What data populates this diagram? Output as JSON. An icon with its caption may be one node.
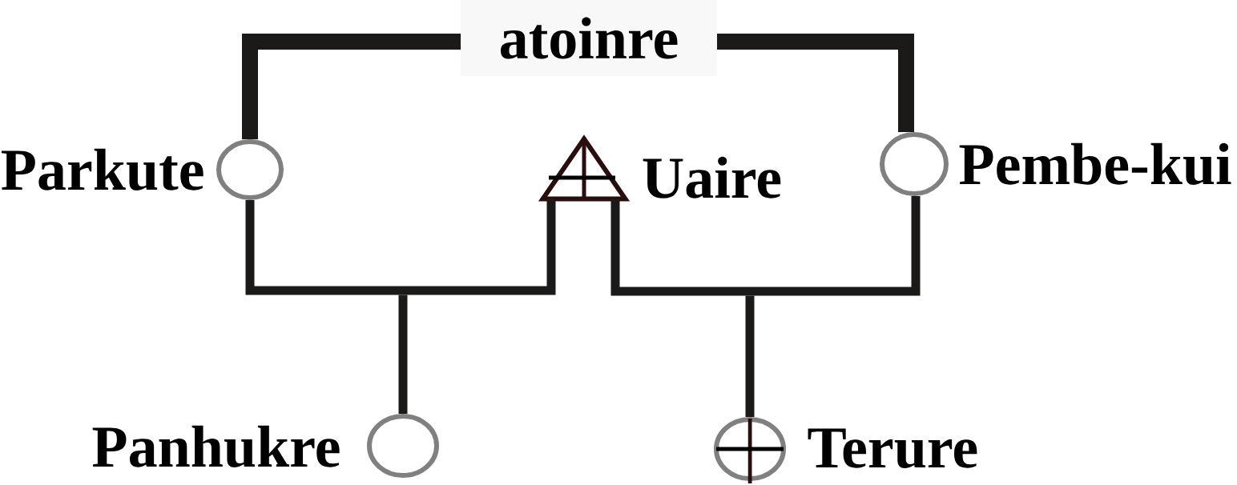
{
  "diagram": {
    "nodes": [
      {
        "text": [],
        "shape": "circle",
        "beside": [
          "Parkute"
        ]
      },
      {
        "text": [],
        "shape": "triangle",
        "beside": [
          "Uaire"
        ]
      },
      {
        "text": [],
        "shape": "circle",
        "beside": [
          "Pembe-kui"
        ]
      },
      {
        "text": [],
        "shape": "circle",
        "beside": [
          "Panhukre"
        ]
      },
      {
        "text": [],
        "shape": "circle",
        "beside": [
          "Terure"
        ]
      }
    ],
    "edges": [
      {
        "from": 0,
        "to": 2,
        "arrow": "none",
        "label": "atoinre",
        "style": "thick"
      },
      {
        "from": 0,
        "to": 3,
        "arrow": "none"
      },
      {
        "from": 1,
        "to": 3,
        "arrow": "none"
      },
      {
        "from": 1,
        "to": 4,
        "arrow": "none"
      },
      {
        "from": 2,
        "to": 4,
        "arrow": "none"
      }
    ]
  }
}
